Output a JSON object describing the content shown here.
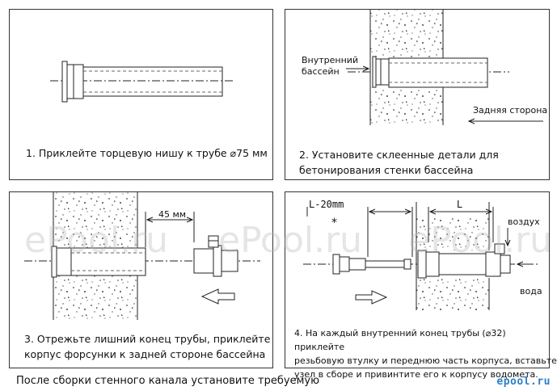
{
  "steps": [
    {
      "caption": "1. Приклейте торцевую нишу к трубе ⌀75 мм"
    },
    {
      "caption_line1": "2. Установите склеенные детали для",
      "caption_line2": "бетонирования стенки бассейна"
    },
    {
      "caption_line1": "3. Отрежьте лишний конец трубы, приклейте",
      "caption_line2": "корпус форсунки к задней стороне бассейна"
    },
    {
      "caption_line1": "4. На каждый внутренний конец трубы (⌀32) приклейте",
      "caption_line2": "резьбовую втулку и переднюю часть корпуса, вставьте",
      "caption_line3": "узел в сборе и привинтите его к корпусу водомета."
    }
  ],
  "labels": {
    "inner_pool_line1": "Внутренний",
    "inner_pool_line2": "бассейн",
    "back_side": "Задняя сторона",
    "dim_45": "45 мм",
    "dim_l20": "L-20mm",
    "dim_l": "L",
    "star": "*",
    "air": "воздух",
    "water": "вода"
  },
  "watermark": "ePool.ru",
  "footer_note": "После сборки стенного канала установите требуемую",
  "logo": "epool.ru"
}
